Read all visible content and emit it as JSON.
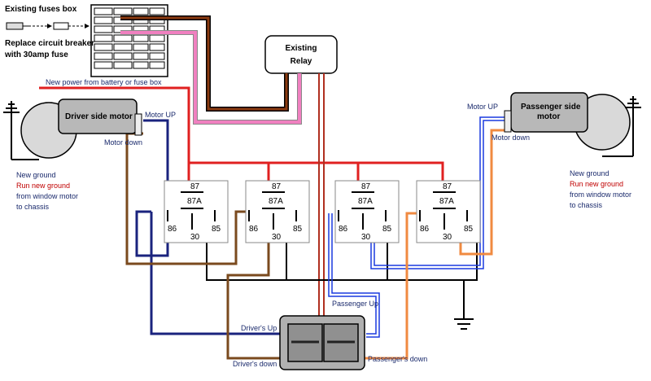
{
  "fuse_box": {
    "title": "Existing fuses box",
    "note_line1": "Replace circuit breaker",
    "note_line2": "with 30amp  fuse"
  },
  "existing_relay": {
    "line1": "Existing",
    "line2": "Relay"
  },
  "power_label": "New power from battery or fuse box",
  "driver_motor": {
    "title": "Driver side motor",
    "motor_up": "Motor UP",
    "motor_down": "Motor down",
    "ground_line1": "New ground",
    "ground_line2": "Run new ground",
    "ground_line3": "from window motor",
    "ground_line4": "to chassis"
  },
  "passenger_motor": {
    "title_line1": "Passenger side",
    "title_line2": "motor",
    "motor_up": "Motor UP",
    "motor_down": "Motor down",
    "ground_line1": "New ground",
    "ground_line2": "Run new ground",
    "ground_line3": "from window motor",
    "ground_line4": "to chassis"
  },
  "relay_pins": {
    "p87": "87",
    "p87a": "87A",
    "p86": "86",
    "p30": "30",
    "p85": "85"
  },
  "switch_labels": {
    "drivers_up": "Driver's Up",
    "drivers_down": "Driver's down",
    "passenger_up": "Passenger Up",
    "passengers_down": "Passenger's down"
  },
  "colors": {
    "power": "#e02020",
    "ground": "#000000",
    "driver_up_wire": "#1a237e",
    "driver_down_wire": "#7a4a1e",
    "passenger_up_wire": "#1a3adf",
    "passenger_down_wire": "#f08a40",
    "relay_feed_brown": "#5a2a0a",
    "relay_feed_pink": "#f080c0",
    "relay_switch_feed": "#b03020"
  }
}
